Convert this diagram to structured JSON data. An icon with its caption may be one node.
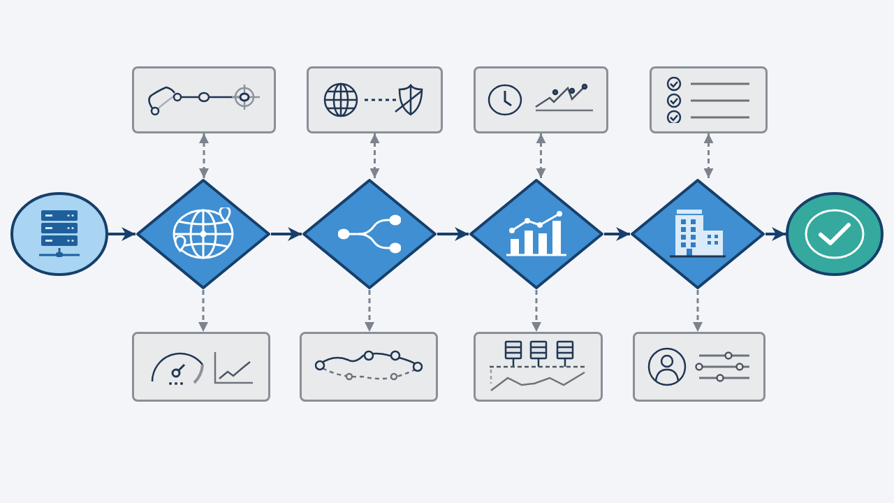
{
  "diagram": {
    "nodes": [
      {
        "text": [],
        "shape": "circle"
      },
      {
        "text": [],
        "shape": "diamond"
      },
      {
        "text": [],
        "shape": "diamond"
      },
      {
        "text": [],
        "shape": "diamond"
      },
      {
        "text": [],
        "shape": "diamond"
      },
      {
        "text": [],
        "shape": "circle"
      },
      {
        "text": [],
        "shape": "box"
      },
      {
        "text": [],
        "shape": "box"
      },
      {
        "text": [],
        "shape": "box"
      },
      {
        "text": [],
        "shape": "box"
      },
      {
        "text": [],
        "shape": "box"
      },
      {
        "text": [],
        "shape": "box"
      },
      {
        "text": [],
        "shape": "box"
      },
      {
        "text": [],
        "shape": "box"
      }
    ],
    "edges": [
      {
        "from": 0,
        "to": 1,
        "arrow": "to",
        "color": "#173f6b"
      },
      {
        "from": 1,
        "to": 2,
        "arrow": "to",
        "color": "#173f6b"
      },
      {
        "from": 2,
        "to": 3,
        "arrow": "to",
        "color": "#173f6b"
      },
      {
        "from": 3,
        "to": 4,
        "arrow": "to",
        "color": "#173f6b"
      },
      {
        "from": 4,
        "to": 5,
        "arrow": "to",
        "color": "#173f6b"
      },
      {
        "from": 6,
        "to": 1,
        "arrow": "both",
        "style": "dashed"
      },
      {
        "from": 7,
        "to": 2,
        "arrow": "both",
        "style": "dashed"
      },
      {
        "from": 8,
        "to": 3,
        "arrow": "both",
        "style": "dashed"
      },
      {
        "from": 9,
        "to": 4,
        "arrow": "both",
        "style": "dashed"
      },
      {
        "from": 1,
        "to": 10,
        "arrow": "to",
        "style": "dashed"
      },
      {
        "from": 2,
        "to": 11,
        "arrow": "to",
        "style": "dashed"
      },
      {
        "from": 3,
        "to": 12,
        "arrow": "to",
        "style": "dashed"
      },
      {
        "from": 4,
        "to": 13,
        "arrow": "to",
        "style": "dashed"
      }
    ]
  }
}
